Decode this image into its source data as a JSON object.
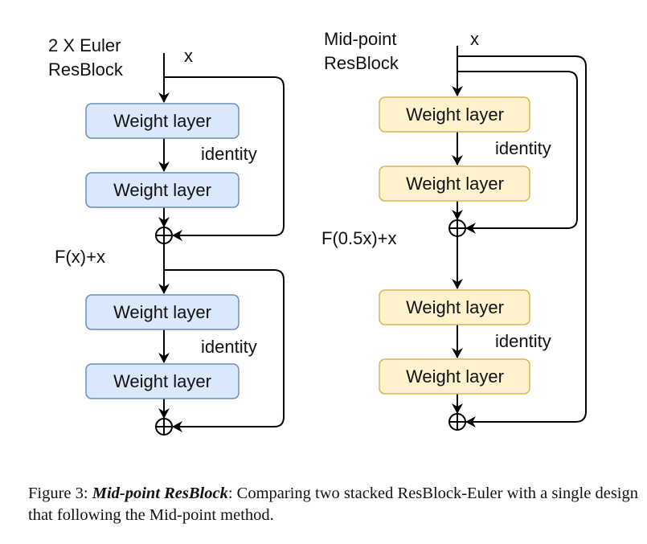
{
  "left_block": {
    "title_line1": "2 X Euler",
    "title_line2": "ResBlock",
    "input_label": "x",
    "box_fill": "#dae8fc",
    "box_stroke": "#6c8ebf",
    "layers": [
      "Weight layer",
      "Weight layer",
      "Weight layer",
      "Weight layer"
    ],
    "identity_labels": [
      "identity",
      "identity"
    ],
    "intermediate_label": "F(x)+x",
    "add_symbol": "plus-circle"
  },
  "right_block": {
    "title_line1": "Mid-point",
    "title_line2": "ResBlock",
    "input_label": "x",
    "box_fill": "#fff2cc",
    "box_stroke": "#d6b656",
    "layers": [
      "Weight layer",
      "Weight layer",
      "Weight layer",
      "Weight layer"
    ],
    "identity_labels": [
      "identity",
      "identity"
    ],
    "intermediate_label": "F(0.5x)+x",
    "add_symbol": "plus-circle"
  },
  "caption": {
    "prefix": "Figure 3: ",
    "emphasis": "Mid-point ResBlock",
    "text": ": Comparing two stacked ResBlock-Euler with a single design that following the Mid-point method."
  }
}
